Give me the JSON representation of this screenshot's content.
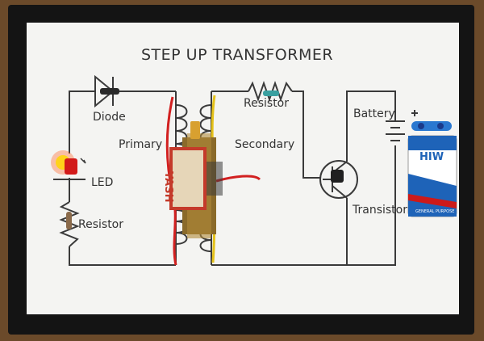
{
  "board": {
    "title": "STEP UP TRANSFORMER",
    "labels": {
      "diode": "Diode",
      "primary": "Primary",
      "secondary": "Secondary",
      "resistor_top": "Resistor",
      "battery": "Battery",
      "led": "LED",
      "resistor_left": "Resistor",
      "transistor": "Transistor"
    },
    "transformer_brand": "YASH",
    "battery_brand": "HIW",
    "battery_note": "GENERAL PURPOSE"
  },
  "colors": {
    "frame": "#141414",
    "paper": "#f4f4f2",
    "wire_ink": "#3a3a3a",
    "transformer_label": "#c43a2a",
    "battery_blue": "#1e63b8",
    "led_glow": "#ff5a1a",
    "red_wire": "#d22020",
    "yellow_wire": "#e5c21a"
  }
}
